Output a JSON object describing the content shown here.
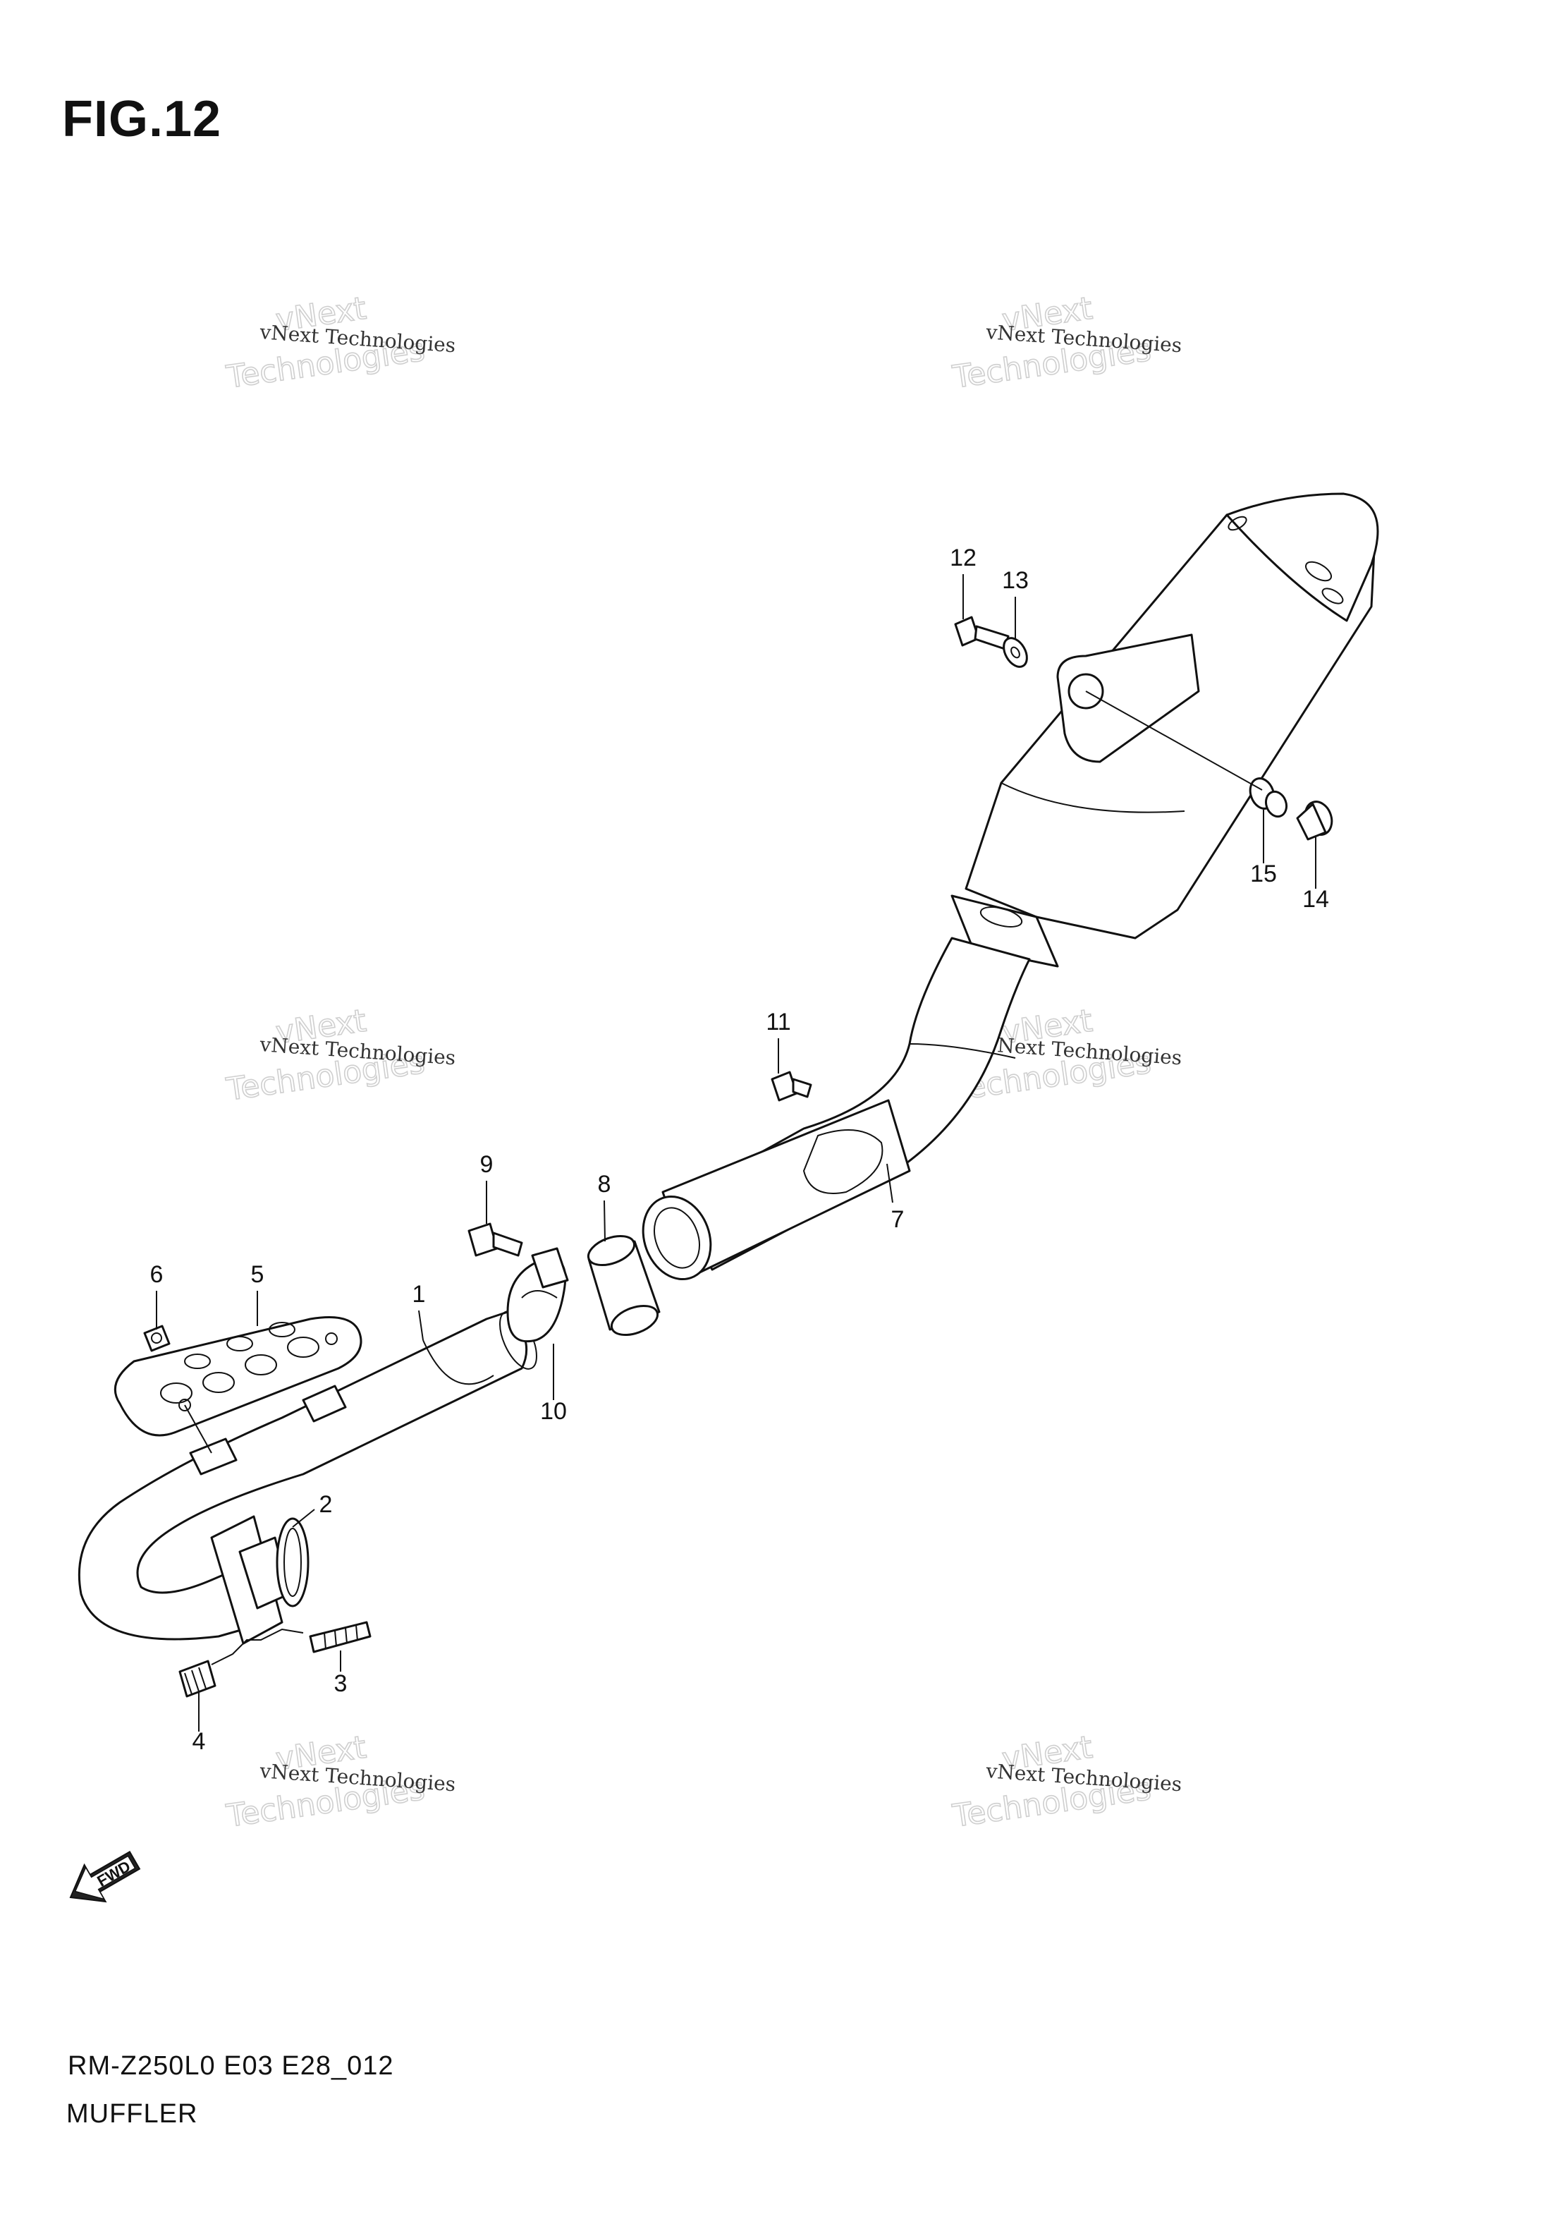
{
  "figure": {
    "title": "FIG.12",
    "model_code": "RM-Z250L0 E03 E28_012",
    "section_name": "MUFFLER"
  },
  "watermark": {
    "small_text": "vNext Technologies",
    "big_line_1": "vNext",
    "big_line_2": "Technologies"
  },
  "direction_badge": {
    "label": "FWD",
    "icon": "forward-arrow-icon"
  },
  "callouts": [
    {
      "id": "1",
      "part": "exhaust-pipe"
    },
    {
      "id": "2",
      "part": "gasket"
    },
    {
      "id": "3",
      "part": "stud-bolt"
    },
    {
      "id": "4",
      "part": "nut"
    },
    {
      "id": "5",
      "part": "heat-protector"
    },
    {
      "id": "6",
      "part": "bolt"
    },
    {
      "id": "7",
      "part": "muffler"
    },
    {
      "id": "8",
      "part": "connector"
    },
    {
      "id": "9",
      "part": "bolt"
    },
    {
      "id": "10",
      "part": "clamp"
    },
    {
      "id": "11",
      "part": "bolt"
    },
    {
      "id": "12",
      "part": "bolt"
    },
    {
      "id": "13",
      "part": "washer"
    },
    {
      "id": "14",
      "part": "collar"
    },
    {
      "id": "15",
      "part": "cushion"
    }
  ]
}
